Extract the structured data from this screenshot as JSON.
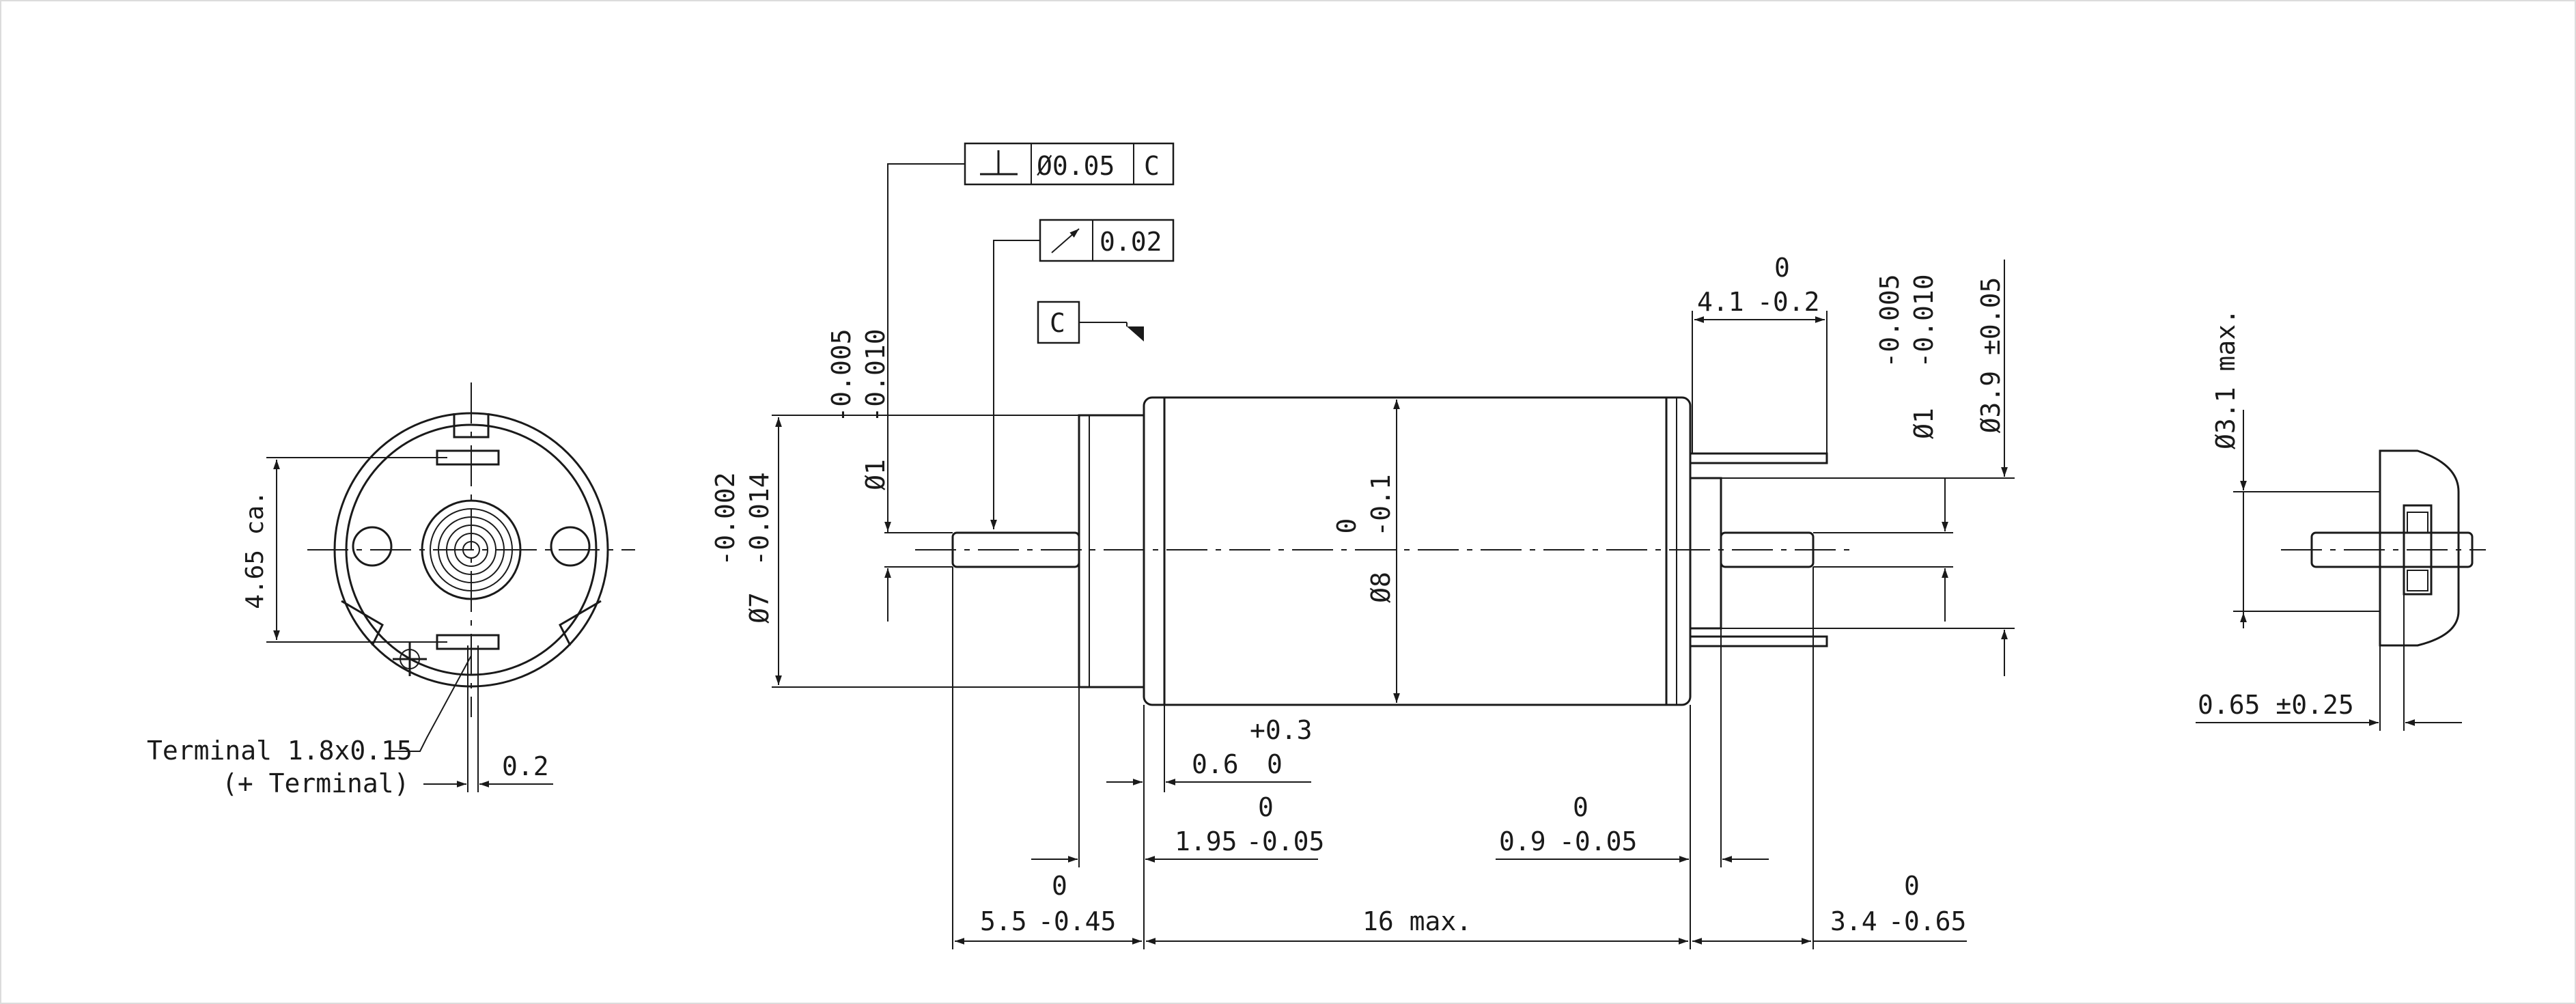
{
  "front_view": {
    "dim_height": "4.65 ca.",
    "terminal_label": "Terminal 1.8x0.15",
    "terminal_note": "(+ Terminal)",
    "dim_terminal_offset": "0.2"
  },
  "side_view": {
    "fcf_perpendicularity": {
      "tolerance": "Ø0.05",
      "datum": "C"
    },
    "fcf_runout": {
      "tolerance": "0.02"
    },
    "datum_label": "C",
    "dim_shaft_dia": {
      "nominal": "Ø1",
      "upper": "-0.005",
      "lower": "-0.010"
    },
    "dim_bearing_dia": {
      "nominal": "Ø7",
      "upper": "-0.002",
      "lower": "-0.014"
    },
    "dim_body_dia": {
      "nominal": "Ø8",
      "upper": "0",
      "lower": "-0.1"
    },
    "dim_rear_shaft_dia": {
      "nominal": "Ø1",
      "upper": "-0.005",
      "lower": "-0.010"
    },
    "dim_rear_boss_dia": {
      "value": "Ø3.9 ±0.05"
    },
    "dim_terminal_length": {
      "nominal": "4.1",
      "upper": "0",
      "lower": "-0.2"
    },
    "dim_flange": {
      "nominal": "0.6",
      "upper": "+0.3",
      "lower": "0"
    },
    "dim_bearing_length": {
      "nominal": "1.95",
      "upper": "0",
      "lower": "-0.05"
    },
    "dim_rear_boss_length": {
      "nominal": "0.9",
      "upper": "0",
      "lower": "-0.05"
    },
    "dim_front_shaft": {
      "nominal": "5.5",
      "upper": "0",
      "lower": "-0.45"
    },
    "dim_body_length": {
      "value": "16 max."
    },
    "dim_rear_shaft": {
      "nominal": "3.4",
      "upper": "0",
      "lower": "-0.65"
    }
  },
  "detail_view": {
    "dim_dia": "Ø3.1 max.",
    "dim_length": "0.65 ±0.25"
  }
}
